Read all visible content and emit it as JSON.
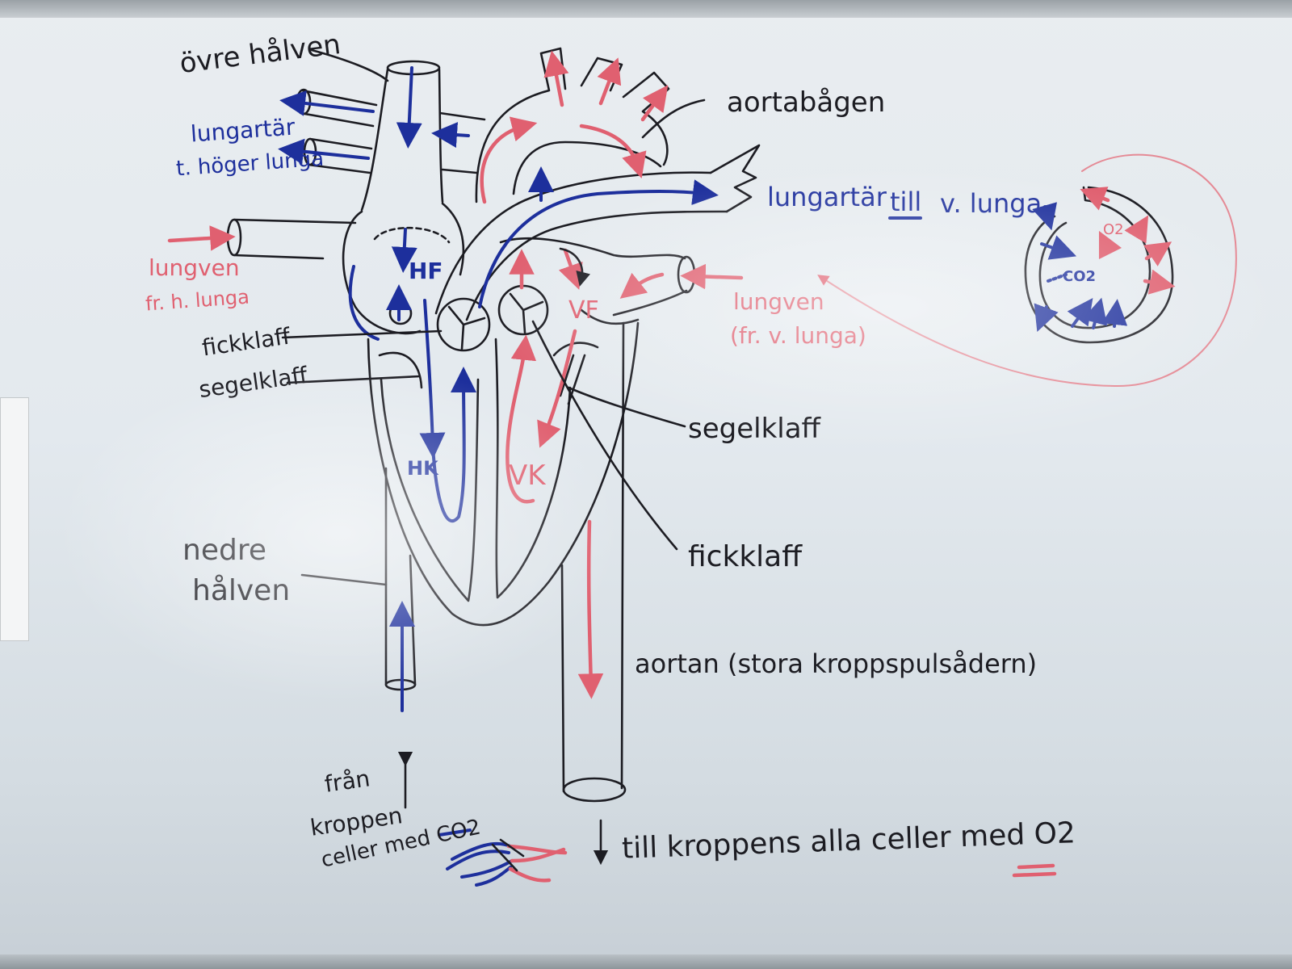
{
  "colors": {
    "black_marker": "#1c1c22",
    "blue_marker": "#1d2f9c",
    "red_marker": "#e06070",
    "board": "#e6ebef"
  },
  "labels": {
    "ovre_halven": "övre hålven",
    "aortabagen": "aortabågen",
    "lungartar_hoger_1": "lungartär",
    "lungartar_hoger_2": "t. höger lunga",
    "lungartar_till_a": "lungartär",
    "lungartar_till_b": "till",
    "lungartar_till_c": "v. lunga",
    "lungven_hoger_1": "lungven",
    "lungven_hoger_2": "fr. h. lunga",
    "lungven_vanster_1": "lungven",
    "lungven_vanster_2": "(fr. v. lunga)",
    "fickklaff_left": "fickklaff",
    "segelklaff_left": "segelklaff",
    "segelklaff_right": "segelklaff",
    "fickklaff_right": "fickklaff",
    "nedre_halven_1": "nedre",
    "nedre_halven_2": "hålven",
    "aortan": "aortan (stora kroppspulsådern)",
    "fran_1": "från",
    "fran_2": "kroppen",
    "fran_3": "celler med CO2",
    "till_celler": "till kroppens alla celler med O2",
    "hf": "HF",
    "vf": "VF",
    "hk": "HK",
    "vk": "VK",
    "o2": "O2",
    "co2": "CO2"
  }
}
